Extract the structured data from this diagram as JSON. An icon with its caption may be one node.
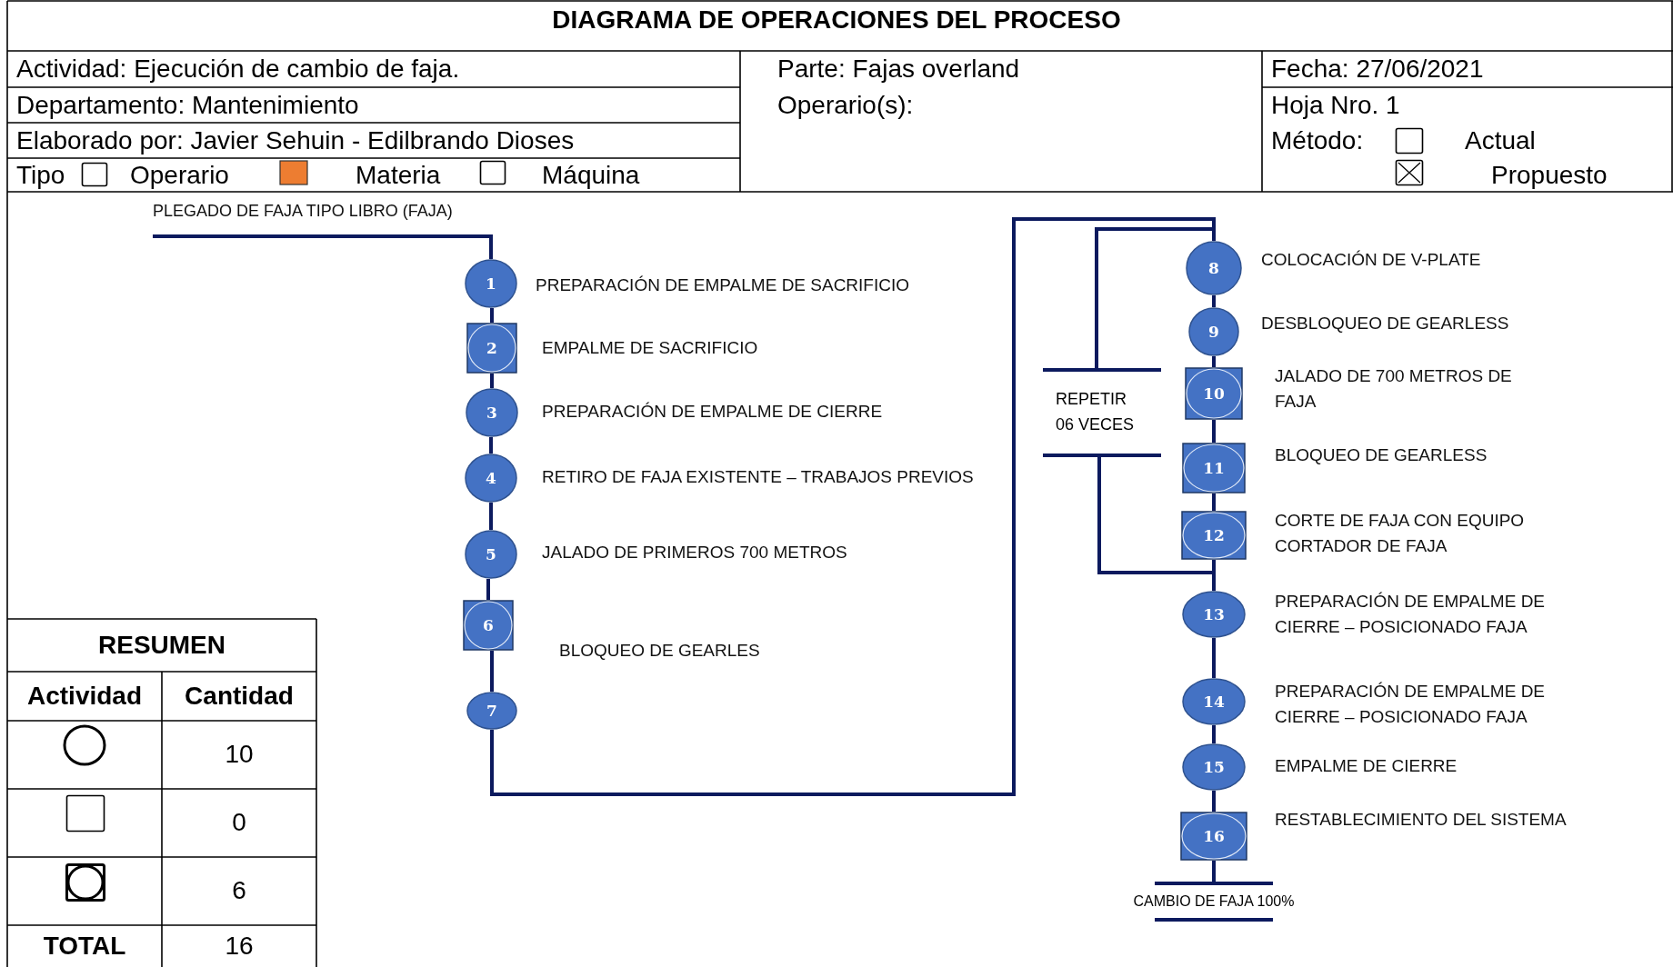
{
  "diagram": {
    "title": "DIAGRAMA DE OPERACIONES DEL PROCESO",
    "nodes": [
      {
        "text": [
          "PLEGADO DE FAJA TIPO LIBRO (FAJA)"
        ]
      },
      {
        "text": [
          "1"
        ],
        "beside": [
          "PREPARACIÓN DE EMPALME DE SACRIFICIO"
        ]
      },
      {
        "text": [
          "2"
        ],
        "beside": [
          "EMPALME DE SACRIFICIO"
        ]
      },
      {
        "text": [
          "3"
        ],
        "beside": [
          "PREPARACIÓN DE EMPALME DE CIERRE"
        ]
      },
      {
        "text": [
          "4"
        ],
        "beside": [
          "RETIRO DE FAJA EXISTENTE – TRABAJOS PREVIOS"
        ]
      },
      {
        "text": [
          "5"
        ],
        "beside": [
          "JALADO DE PRIMEROS 700 METROS"
        ]
      },
      {
        "text": [
          "6"
        ],
        "beside": [
          "BLOQUEO DE GEARLES"
        ]
      },
      {
        "text": [
          "7"
        ]
      },
      {
        "text": [
          "8"
        ],
        "beside": [
          "COLOCACIÓN DE V-PLATE"
        ]
      },
      {
        "text": [
          "9"
        ],
        "beside": [
          "DESBLOQUEO DE GEARLESS"
        ]
      },
      {
        "text": [
          "10"
        ],
        "beside": [
          "JALADO DE 700 METROS DE FAJA"
        ]
      },
      {
        "text": [
          "11"
        ],
        "beside": [
          "BLOQUEO DE GEARLESS"
        ]
      },
      {
        "text": [
          "12"
        ],
        "beside": [
          "CORTE DE FAJA CON EQUIPO CORTADOR DE FAJA"
        ]
      },
      {
        "text": [
          "13"
        ],
        "beside": [
          "PREPARACIÓN DE EMPALME DE CIERRE – POSICIONADO FAJA"
        ]
      },
      {
        "text": [
          "14"
        ],
        "beside": [
          "PREPARACIÓN DE EMPALME DE CIERRE – POSICIONADO FAJA"
        ]
      },
      {
        "text": [
          "15"
        ],
        "beside": [
          "EMPALME DE CIERRE"
        ]
      },
      {
        "text": [
          "16"
        ],
        "beside": [
          "RESTABLECIMIENTO DEL SISTEMA"
        ]
      },
      {
        "text": [
          "CAMBIO DE FAJA 100%"
        ]
      },
      {
        "text": [
          "REPETIR 06 VECES"
        ]
      }
    ],
    "edges": [
      {
        "from": 0,
        "to": 1,
        "arrow": "none"
      },
      {
        "from": 1,
        "to": 2,
        "arrow": "none"
      },
      {
        "from": 2,
        "to": 3,
        "arrow": "none"
      },
      {
        "from": 3,
        "to": 4,
        "arrow": "none"
      },
      {
        "from": 4,
        "to": 5,
        "arrow": "none"
      },
      {
        "from": 5,
        "to": 6,
        "arrow": "none"
      },
      {
        "from": 6,
        "to": 7,
        "arrow": "none"
      },
      {
        "from": 7,
        "to": 8,
        "arrow": "none"
      },
      {
        "from": 8,
        "to": 9,
        "arrow": "none"
      },
      {
        "from": 9,
        "to": 10,
        "arrow": "none"
      },
      {
        "from": 10,
        "to": 11,
        "arrow": "none"
      },
      {
        "from": 11,
        "to": 12,
        "arrow": "none"
      },
      {
        "from": 12,
        "to": 13,
        "arrow": "none"
      },
      {
        "from": 13,
        "to": 14,
        "arrow": "none"
      },
      {
        "from": 14,
        "to": 15,
        "arrow": "none"
      },
      {
        "from": 15,
        "to": 16,
        "arrow": "none"
      },
      {
        "from": 16,
        "to": 17,
        "arrow": "none"
      },
      {
        "from": 18,
        "to": 8,
        "arrow": "none"
      },
      {
        "from": 18,
        "to": 13,
        "arrow": "none"
      }
    ],
    "labels": [
      "Actividad: Ejecución de cambio de faja.",
      "Parte: Fajas overland",
      "Fecha: 27/06/2021",
      "Departamento: Mantenimiento",
      "Operario(s):",
      "Hoja Nro. 1",
      "Elaborado por: Javier Sehuin - Edilbrando Dioses",
      "Método:",
      "Actual",
      "Tipo",
      "Operario",
      "Materia",
      "Máquina",
      "Propuesto",
      "RESUMEN",
      "Actividad",
      "Cantidad",
      "10",
      "0",
      "6",
      "TOTAL",
      "16"
    ]
  }
}
